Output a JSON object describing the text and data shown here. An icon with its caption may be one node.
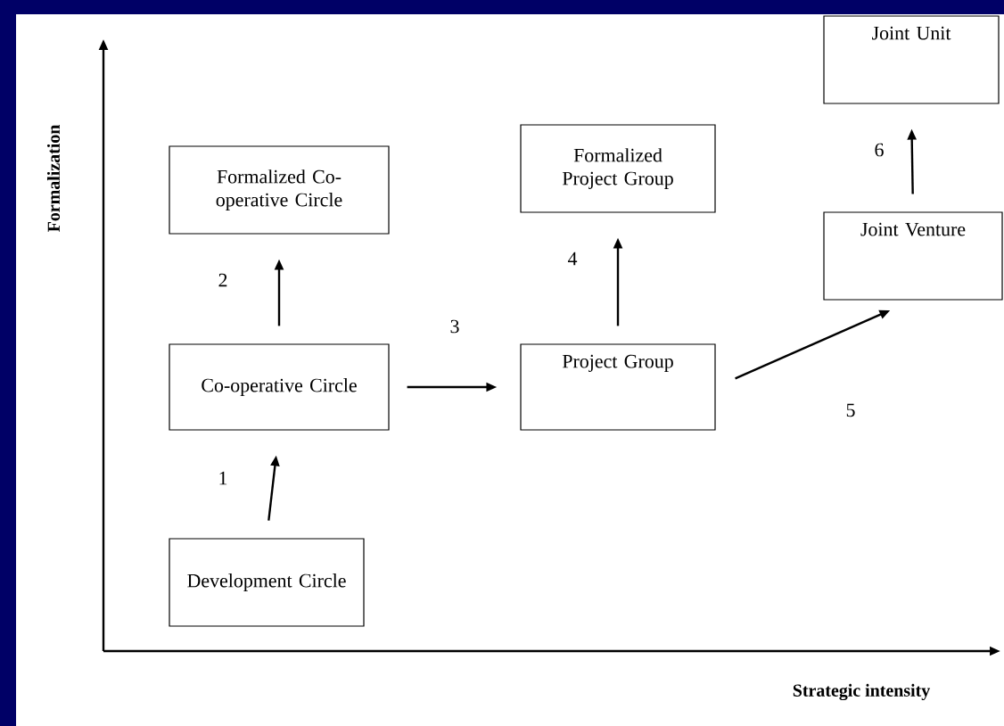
{
  "diagram": {
    "nodes": [
      {
        "text": [
          "Formalized Co-operative Circle"
        ]
      },
      {
        "text": [
          "Co-operative Circle"
        ]
      },
      {
        "text": [
          "Development Circle"
        ]
      },
      {
        "text": [
          "Formalized Project Group"
        ]
      },
      {
        "text": [
          "Project Group"
        ]
      },
      {
        "text": [
          "Joint Venture"
        ]
      },
      {
        "text": [
          "Joint Unit"
        ]
      }
    ],
    "edges": [
      {
        "from": 2,
        "to": 1,
        "arrow": "to",
        "label": "1"
      },
      {
        "from": 1,
        "to": 0,
        "arrow": "to",
        "label": "2"
      },
      {
        "from": 1,
        "to": 4,
        "arrow": "to",
        "label": "3"
      },
      {
        "from": 4,
        "to": 3,
        "arrow": "to",
        "label": "4"
      },
      {
        "from": 4,
        "to": 5,
        "arrow": "to",
        "label": "5"
      },
      {
        "from": 5,
        "to": 6,
        "arrow": "to",
        "label": "6"
      }
    ],
    "labels": [
      "Formalization",
      "Strategic intensity"
    ]
  }
}
